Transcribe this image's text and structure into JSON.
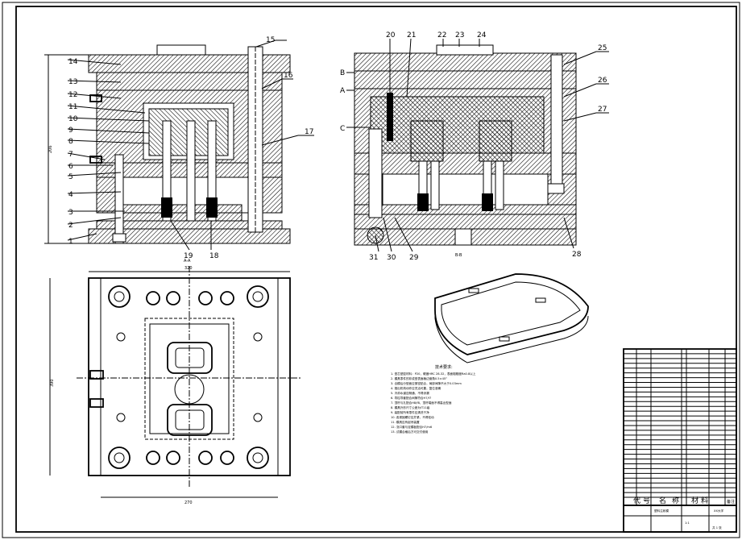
{
  "callouts_left": [
    "1",
    "2",
    "3",
    "4",
    "5",
    "6",
    "7",
    "8",
    "9",
    "10",
    "11",
    "12",
    "13",
    "14"
  ],
  "callouts_top_left": [
    "15",
    "16",
    "17"
  ],
  "callouts_bottom_left": [
    "19",
    "18"
  ],
  "callouts_top_right": [
    "20",
    "21",
    "22",
    "23",
    "24",
    "25",
    "26",
    "27"
  ],
  "callouts_bottom_right": [
    "31",
    "30",
    "29",
    "28"
  ],
  "dims": {
    "front_height": "206",
    "plan_width": "320",
    "plan_height": "390",
    "plan_bottom": "270"
  },
  "plane_labels": {
    "a": "A",
    "b": "B",
    "c": "C",
    "section_aa": "A-A",
    "section_bb": "B-B"
  },
  "tech_title": "技术要求:",
  "tech_lines": [
    "1. 型芯型腔材料：P20，硬度HRC 28-32，表面粗糙度Ra0.8以上",
    "2. 模具零件的非成型表面棱边倒角0.5×45°",
    "3. 合模后分型面应紧密贴合，局部间隙不大于0.03mm",
    "4. 推出机构动作应灵活可靠，复位准确",
    "5. 冷却水道应畅通，不得渗漏",
    "6. 导柱导套配合间隙符合H7/f7",
    "7. 顶杆与孔配合H8/f8，顶杆端面不得高出型面",
    "8. 模具外形尺寸公差为IT11级",
    "9. 装配前所有零件应清洗干净",
    "10. 各紧固螺钉应拧紧，不得松动",
    "11. 模具应有起吊装置",
    "12. 浇口套与定模板配合H7/m6",
    "13. 试模合格后方可交付使用"
  ],
  "bom_header": [
    "代",
    "号",
    "名",
    "称",
    "材",
    "料",
    "备注"
  ],
  "bom_rows": 31,
  "title_block": {
    "drawing_name": "塑料注射模",
    "school": "XX大学",
    "scale": "1:1",
    "sheet": "共 1 张"
  }
}
